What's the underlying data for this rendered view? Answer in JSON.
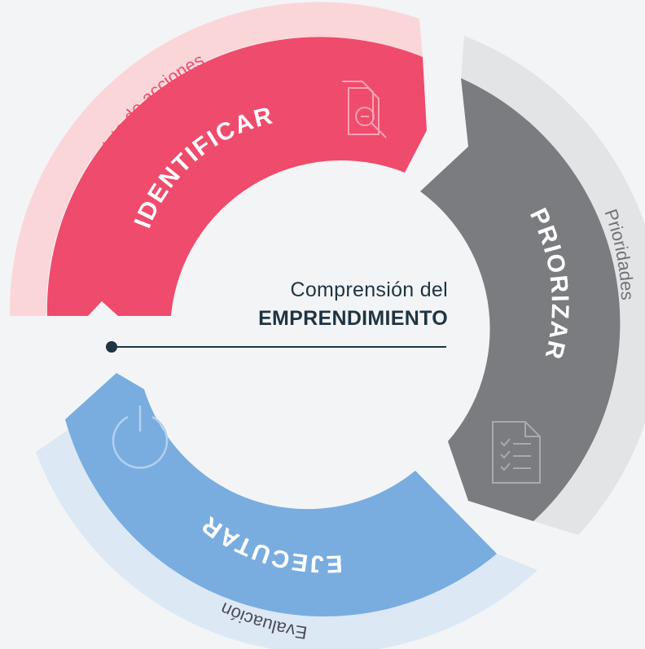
{
  "center": {
    "line1": "Comprensión del",
    "line2": "EMPRENDIMIENTO"
  },
  "segments": [
    {
      "id": "identificar",
      "label": "IDENTIFICAR",
      "sublabel": "Lista de acciones",
      "color": "#ef4b6c",
      "band_color": "#fbd6d8",
      "icon": "document-search-icon"
    },
    {
      "id": "priorizar",
      "label": "PRIORIZAR",
      "sublabel": "Prioridades",
      "color": "#7b7c80",
      "band_color": "#e3e4e6",
      "icon": "checklist-icon"
    },
    {
      "id": "ejecutar",
      "label": "EJECUTAR",
      "sublabel": "Evaluación",
      "color": "#79ade0",
      "band_color": "#dde8f5",
      "icon": "power-icon"
    }
  ]
}
